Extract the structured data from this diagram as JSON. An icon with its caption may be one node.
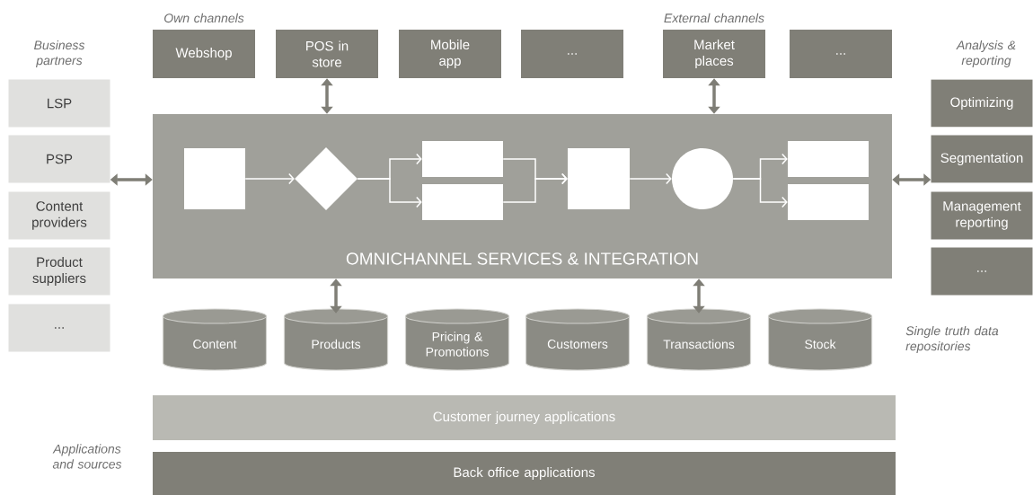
{
  "diagram": {
    "nodes": [
      {
        "text": [
          "Webshop"
        ]
      },
      {
        "text": [
          "POS in store"
        ]
      },
      {
        "text": [
          "Mobile app"
        ]
      },
      {
        "text": [
          "..."
        ]
      },
      {
        "text": [
          "Market places"
        ]
      },
      {
        "text": [
          "..."
        ]
      },
      {
        "text": [
          "LSP"
        ]
      },
      {
        "text": [
          "PSP"
        ]
      },
      {
        "text": [
          "Content providers"
        ]
      },
      {
        "text": [
          "Product suppliers"
        ]
      },
      {
        "text": [
          "..."
        ]
      },
      {
        "text": [
          "Optimizing"
        ]
      },
      {
        "text": [
          "Segmentation"
        ]
      },
      {
        "text": [
          "Management reporting"
        ]
      },
      {
        "text": [
          "..."
        ]
      },
      {
        "text": [
          "OMNICHANNEL SERVICES & INTEGRATION"
        ]
      },
      {
        "text": [],
        "shape": "box",
        "in": 15
      },
      {
        "text": [],
        "shape": "diamond",
        "in": 15
      },
      {
        "text": [],
        "shape": "box",
        "in": 15
      },
      {
        "text": [],
        "shape": "box",
        "in": 15
      },
      {
        "text": [],
        "shape": "box",
        "in": 15
      },
      {
        "text": [],
        "shape": "circle",
        "in": 15
      },
      {
        "text": [],
        "shape": "box",
        "in": 15
      },
      {
        "text": [],
        "shape": "box",
        "in": 15
      },
      {
        "text": [
          "Content"
        ]
      },
      {
        "text": [
          "Products"
        ]
      },
      {
        "text": [
          "Pricing & Promotions"
        ]
      },
      {
        "text": [
          "Customers"
        ]
      },
      {
        "text": [
          "Transactions"
        ]
      },
      {
        "text": [
          "Stock"
        ]
      },
      {
        "text": [
          "Customer journey applications"
        ]
      },
      {
        "text": [
          "Back office applications"
        ]
      }
    ],
    "edges": [
      {
        "from": 16,
        "to": 17,
        "arrow": "to"
      },
      {
        "from": 17,
        "to": 18,
        "arrow": "to"
      },
      {
        "from": 17,
        "to": 19,
        "arrow": "to"
      },
      {
        "from": 18,
        "to": 20,
        "arrow": "to"
      },
      {
        "from": 19,
        "to": 20,
        "arrow": "to"
      },
      {
        "from": 20,
        "to": 21,
        "arrow": "to"
      },
      {
        "from": 21,
        "to": 22,
        "arrow": "to"
      },
      {
        "from": 21,
        "to": 23,
        "arrow": "to"
      },
      {
        "from": 1,
        "to": 15,
        "arrow": "both",
        "style": "thick",
        "color": "#7f7e76"
      },
      {
        "from": 4,
        "to": 15,
        "arrow": "both",
        "style": "thick",
        "color": "#7f7e76"
      },
      {
        "from": 7,
        "to": 15,
        "arrow": "both",
        "style": "thick",
        "color": "#7f7e76"
      },
      {
        "from": 15,
        "to": 12,
        "arrow": "both",
        "style": "thick",
        "color": "#7f7e76"
      },
      {
        "from": 15,
        "to": 25,
        "arrow": "both",
        "style": "thick",
        "color": "#7f7e76"
      },
      {
        "from": 15,
        "to": 28,
        "arrow": "both",
        "style": "thick",
        "color": "#7f7e76"
      }
    ],
    "labels": [
      "Own channels",
      "External channels",
      "Business partners",
      "Analysis & reporting",
      "Single truth data repositories",
      "Applications and sources"
    ]
  }
}
